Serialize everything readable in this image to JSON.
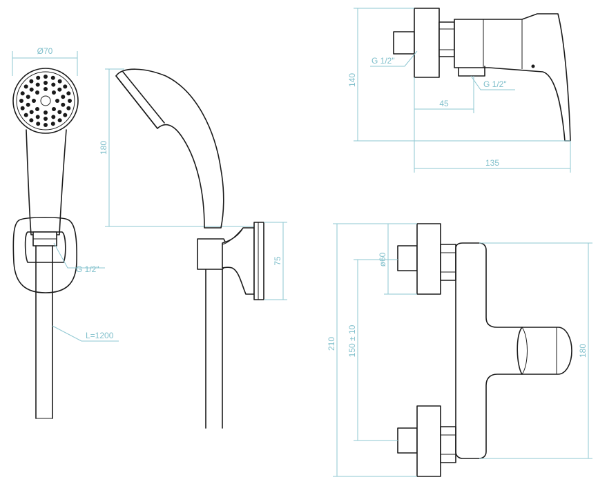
{
  "labels": {
    "diameter_70": "Ø70",
    "height_180": "180",
    "thread_holder": "G 1/2\"",
    "hose_length": "L=1200",
    "holder_75": "75",
    "thread_inlet": "G 1/2\"",
    "thread_outlet": "G 1/2\"",
    "height_140": "140",
    "offset_45": "45",
    "depth_135": "135",
    "height_210": "210",
    "spacing_150": "150 ± 10",
    "diameter_60": "ø60",
    "body_180": "180"
  },
  "colors": {
    "line": "#1a1a1a",
    "dimension": "#8ec7d2"
  }
}
